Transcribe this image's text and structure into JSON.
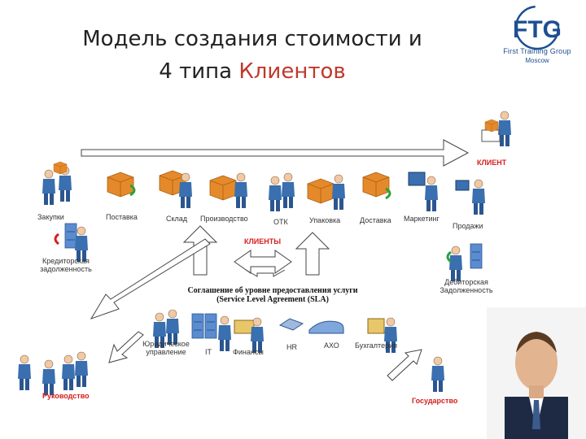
{
  "title": {
    "line1": "Модель создания стоимости и",
    "line2_prefix": "4 типа ",
    "line2_accent": "Клиентов"
  },
  "logo": {
    "initials": "FTG",
    "name": "First Training Group",
    "city": "Moscow"
  },
  "labels": {
    "client": "КЛИЕНТ",
    "clients": "КЛИЕНТЫ",
    "procurement": "Закупки",
    "supply": "Поставка",
    "warehouse": "Склад",
    "production": "Производство",
    "qc": "ОТК",
    "packing": "Упаковка",
    "delivery": "Доставка",
    "marketing": "Маркетинг",
    "sales": "Продажи",
    "payables_1": "Кредиторская",
    "payables_2": "задолженность",
    "receivables_1": "Дебиторская",
    "receivables_2": "Задолженность",
    "sla_1": "Соглашение об уровне предоставления услуги",
    "sla_2": "(Service Level Agreement (SLA)",
    "legal_1": "Юридическое",
    "legal_2": "управление",
    "it": "IT",
    "finance": "Финансы",
    "hr": "HR",
    "admin": "АХО",
    "accounting": "Бухгалтерия",
    "management": "Руководство",
    "government": "Государство"
  },
  "colors": {
    "accent_red": "#d62020",
    "logo_blue": "#1d4f91",
    "figure_blue": "#3a6fb0",
    "box_orange": "#e58a2a"
  },
  "icons": [
    "person-icon",
    "box-icon",
    "cart-icon",
    "car-icon",
    "cabinet-icon",
    "money-icon",
    "computer-icon",
    "arrow-icon"
  ]
}
